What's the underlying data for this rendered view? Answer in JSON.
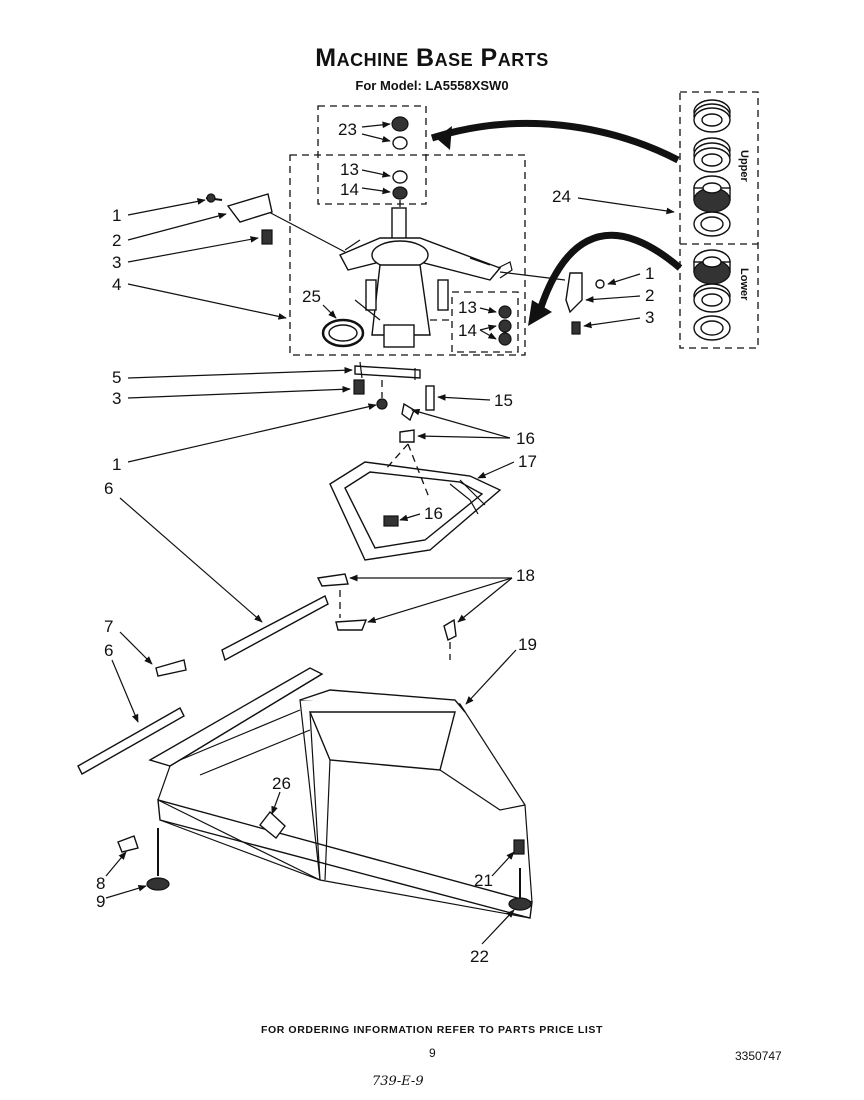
{
  "title": "Machine Base Parts",
  "subtitle": "For Model: LA5558XSW0",
  "inset_labels": {
    "upper": "Upper",
    "lower": "Lower"
  },
  "callouts": {
    "c1a": "1",
    "c2a": "2",
    "c3a": "3",
    "c4": "4",
    "c23": "23",
    "c13a": "13",
    "c14a": "14",
    "c24": "24",
    "c1b": "1",
    "c2b": "2",
    "c3b": "3",
    "c25": "25",
    "c13b": "13",
    "c14b": "14",
    "c5": "5",
    "c3c": "3",
    "c15": "15",
    "c16a": "16",
    "c1c": "1",
    "c17": "17",
    "c16b": "16",
    "c6a": "6",
    "c18": "18",
    "c7": "7",
    "c6b": "6",
    "c19": "19",
    "c26": "26",
    "c8": "8",
    "c9": "9",
    "c21": "21",
    "c22": "22"
  },
  "footer": {
    "ordering_note": "FOR ORDERING INFORMATION REFER TO PARTS PRICE LIST",
    "page_number": "9",
    "document_number": "3350747",
    "handwritten_note": "739-E-9"
  }
}
